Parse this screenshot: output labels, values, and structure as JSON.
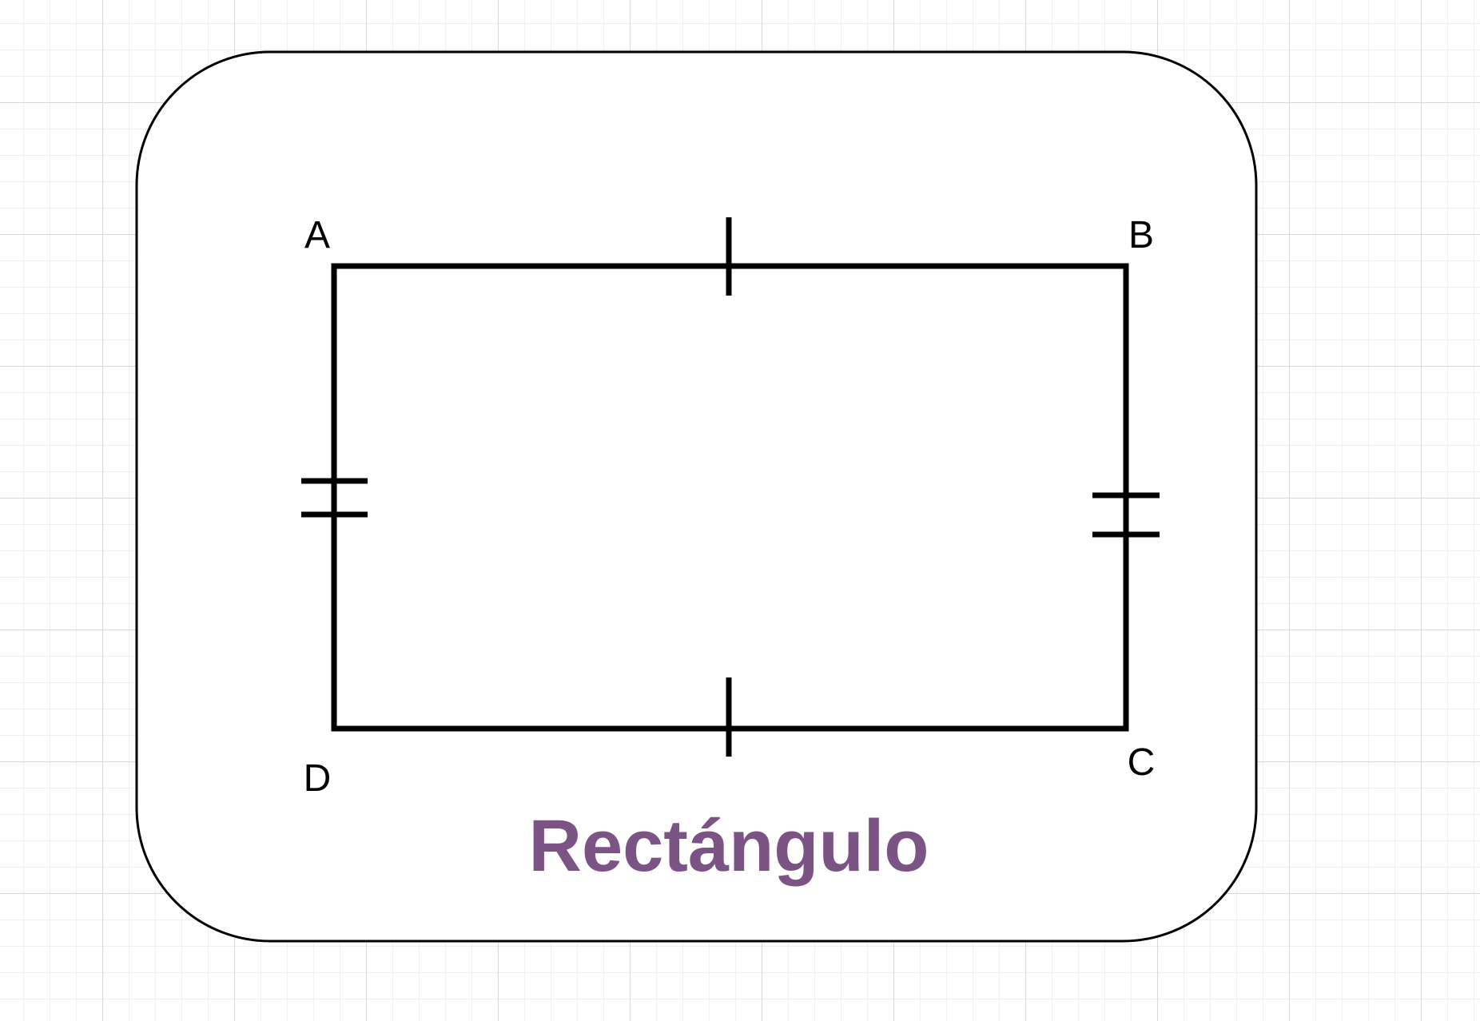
{
  "diagram": {
    "vertices": {
      "a": "A",
      "b": "B",
      "c": "C",
      "d": "D"
    },
    "title": "Rectángulo",
    "colors": {
      "title": "#7b5384",
      "stroke": "#000000",
      "card_fill": "#ffffff"
    }
  }
}
